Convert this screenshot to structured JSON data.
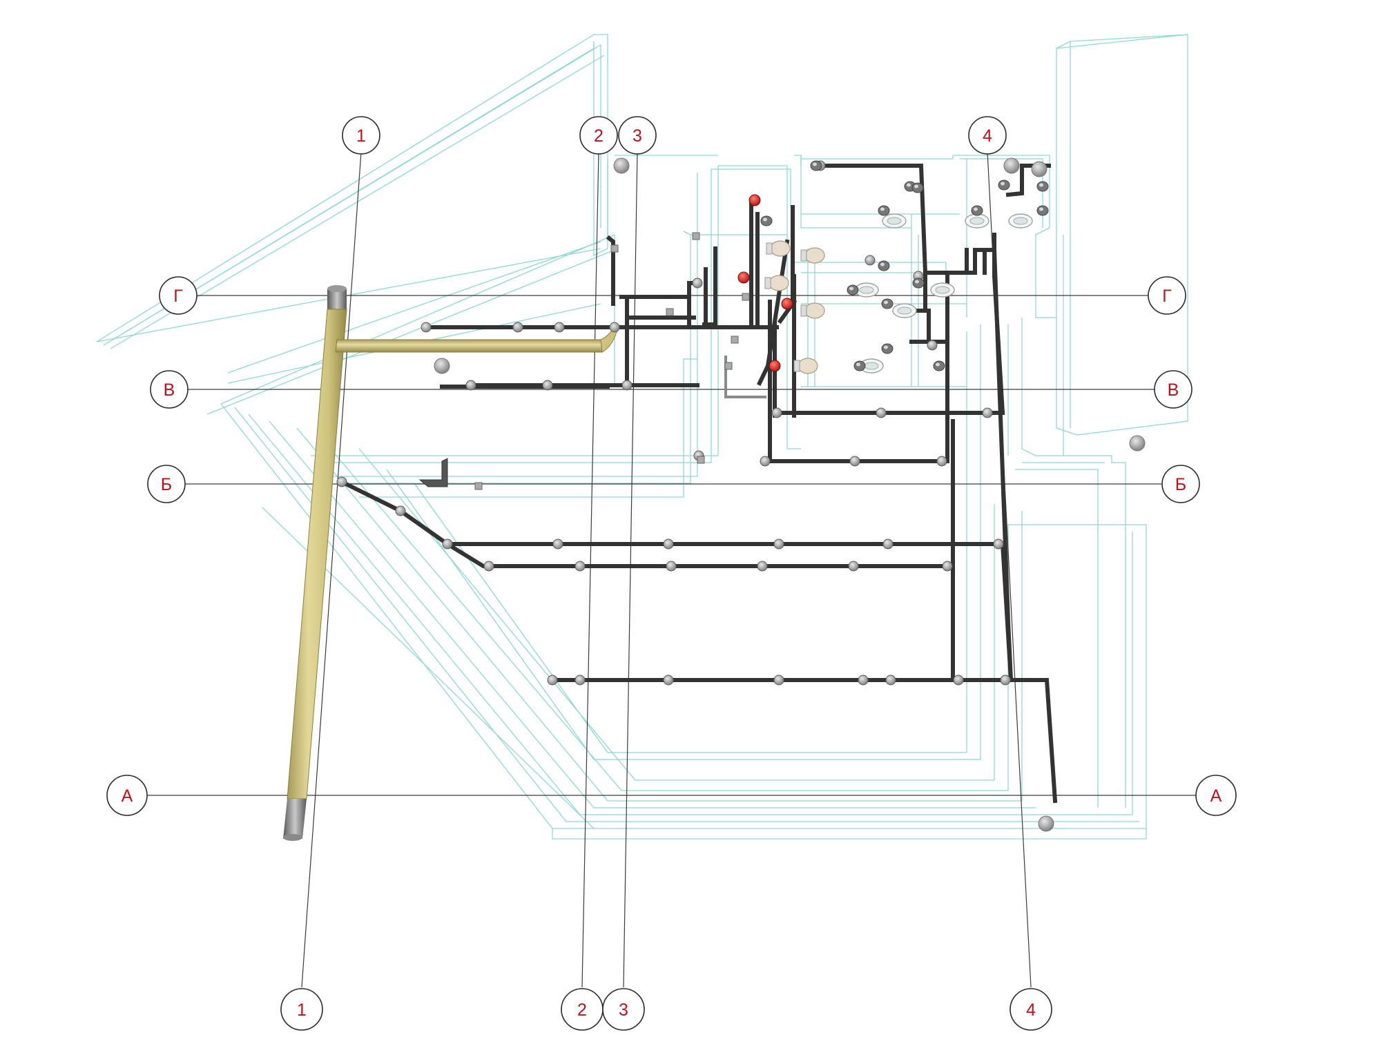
{
  "colors": {
    "background": "#ffffff",
    "wireframe": "#8fd8d0",
    "wireframe_light": "#bfe9e4",
    "pipe": "#333333",
    "node": "#9a9a9a",
    "axis_text": "#c0101a",
    "main_pipe": "#d4c983",
    "main_pipe_edge": "#9c9054",
    "valve": "#d8201a"
  },
  "axes": {
    "columns": [
      {
        "label": "1"
      },
      {
        "label": "2"
      },
      {
        "label": "3"
      },
      {
        "label": "4"
      }
    ],
    "rows": [
      {
        "label": "Г"
      },
      {
        "label": "В"
      },
      {
        "label": "Б"
      },
      {
        "label": "А"
      }
    ]
  },
  "icons": {
    "main_pipe": "insulated-main-pipe",
    "fixtures": "plumbing-fixture-icons",
    "valves": "red-valve-icons"
  }
}
